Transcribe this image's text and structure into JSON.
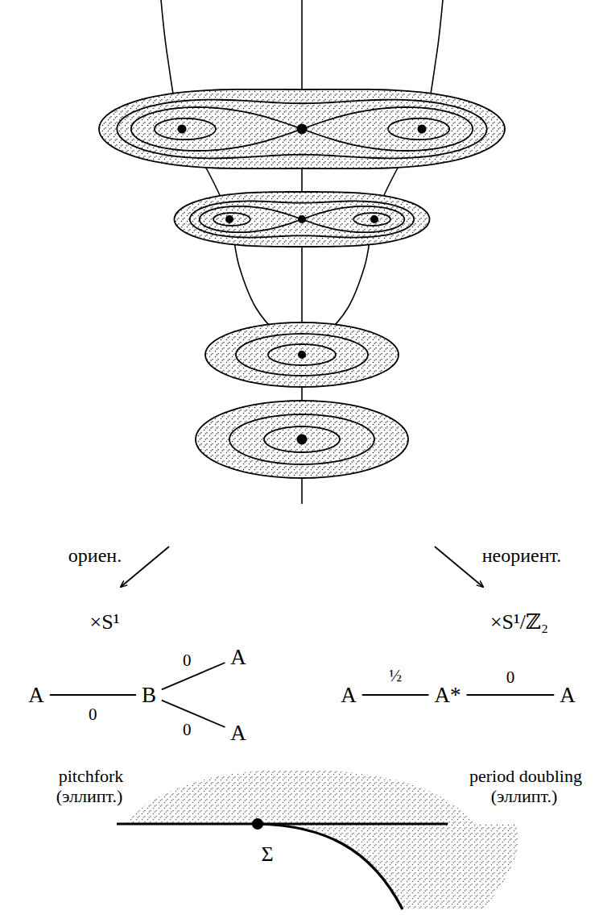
{
  "diagram": {
    "nodes": [
      {
        "text": [
          "A"
        ]
      },
      {
        "text": [
          "B"
        ]
      },
      {
        "text": [
          "A"
        ]
      },
      {
        "text": [
          "A"
        ]
      },
      {
        "text": [
          "A"
        ]
      },
      {
        "text": [
          "A*"
        ]
      },
      {
        "text": [
          "A"
        ]
      }
    ],
    "edges": [
      {
        "from": 0,
        "to": 1,
        "arrow": "none",
        "label": "0"
      },
      {
        "from": 1,
        "to": 2,
        "arrow": "none",
        "label": "0"
      },
      {
        "from": 1,
        "to": 3,
        "arrow": "none",
        "label": "0"
      },
      {
        "from": 4,
        "to": 5,
        "arrow": "none",
        "label": "½"
      },
      {
        "from": 5,
        "to": 6,
        "arrow": "none",
        "label": "0"
      }
    ],
    "labels": [
      "ориен.",
      "неориент.",
      "×S¹",
      "×S¹/ℤ₂",
      "pitchfork (эллипт.)",
      "period doubling (эллипт.)",
      "Σ"
    ]
  }
}
